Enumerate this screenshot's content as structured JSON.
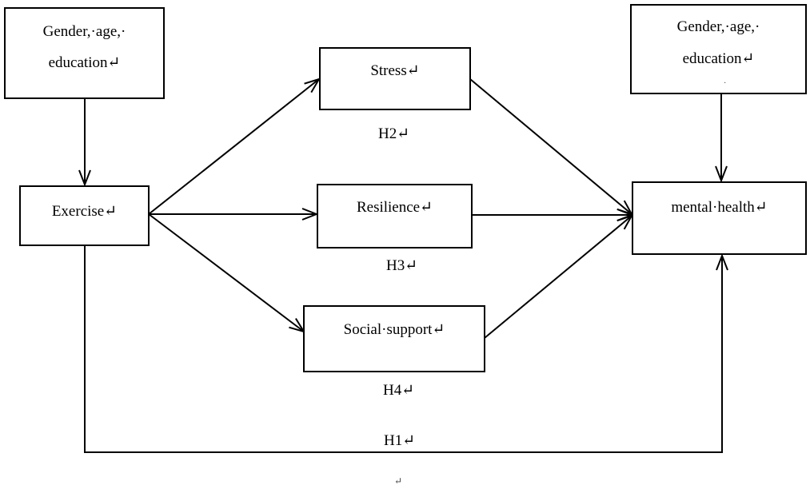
{
  "nodes": {
    "covariates_left": {
      "line1": "Gender,·age,·",
      "line2": "education↵"
    },
    "covariates_right": {
      "line1": "Gender,·age,·",
      "line2": "education↵"
    },
    "exercise": "Exercise↵",
    "stress": "Stress↵",
    "resilience": "Resilience↵",
    "social_support": "Social·support↵",
    "mental_health": "mental·health↵"
  },
  "hypotheses": {
    "h1": "H1↵",
    "h2": "H2↵",
    "h3": "H3↵",
    "h4": "H4↵"
  },
  "trailing_mark": "↵"
}
